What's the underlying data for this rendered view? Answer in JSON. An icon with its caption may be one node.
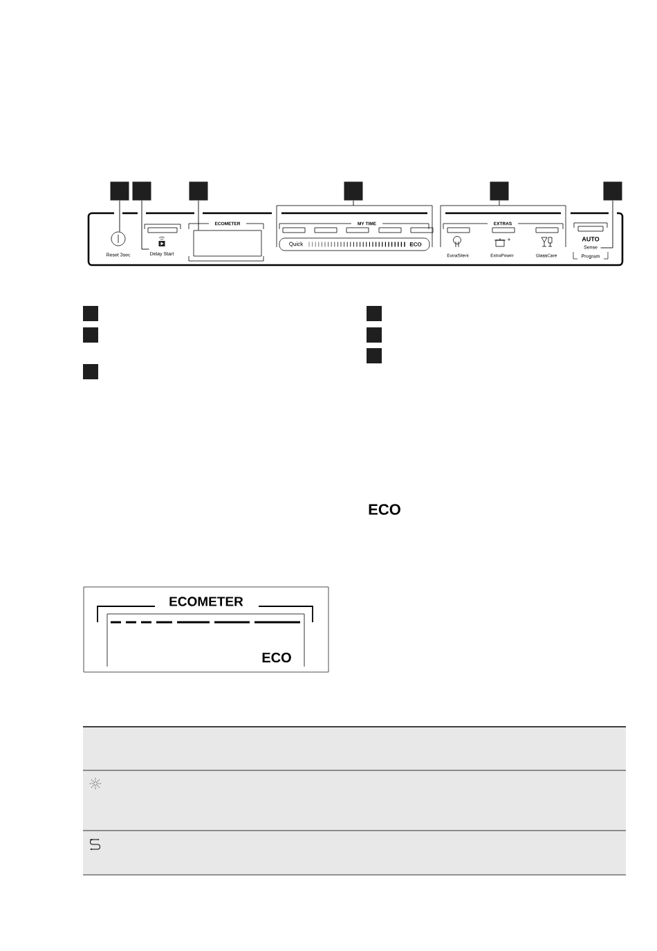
{
  "diagram": {
    "nodes": [
      {
        "text": [],
        "shape": "box"
      },
      {
        "text": [],
        "shape": "box"
      },
      {
        "text": [],
        "shape": "box"
      },
      {
        "text": [],
        "shape": "box"
      },
      {
        "text": [],
        "shape": "box"
      },
      {
        "text": [],
        "shape": "box"
      },
      {
        "text": [],
        "shape": "circle",
        "beside": [
          "Reset 3sec"
        ]
      },
      {
        "text": [
          "Delay Start"
        ]
      },
      {
        "text": [
          "ECOMETER"
        ]
      },
      {
        "text": [
          "MY TIME",
          "Quick",
          "ECO"
        ]
      },
      {
        "text": [
          "EXTRAS",
          "ExtraSilent",
          "ExtraPower",
          "GlassCare"
        ]
      },
      {
        "text": [
          "AUTO",
          "Sense",
          "Program"
        ]
      },
      {
        "text": [],
        "shape": "box"
      },
      {
        "text": [],
        "shape": "box"
      },
      {
        "text": [],
        "shape": "box"
      },
      {
        "text": [],
        "shape": "box"
      },
      {
        "text": [],
        "shape": "box"
      },
      {
        "text": [],
        "shape": "box"
      },
      {
        "text": [
          "ECOMETER",
          "ECO"
        ]
      }
    ],
    "edges": [
      {
        "from": 0,
        "to": 6,
        "arrow": "none"
      },
      {
        "from": 1,
        "to": 7,
        "arrow": "none"
      },
      {
        "from": 2,
        "to": 8,
        "arrow": "none"
      },
      {
        "from": 3,
        "to": 9,
        "arrow": "none"
      },
      {
        "from": 4,
        "to": 10,
        "arrow": "none"
      },
      {
        "from": 5,
        "to": 11,
        "arrow": "none"
      }
    ],
    "labels": [
      "ECO"
    ]
  }
}
